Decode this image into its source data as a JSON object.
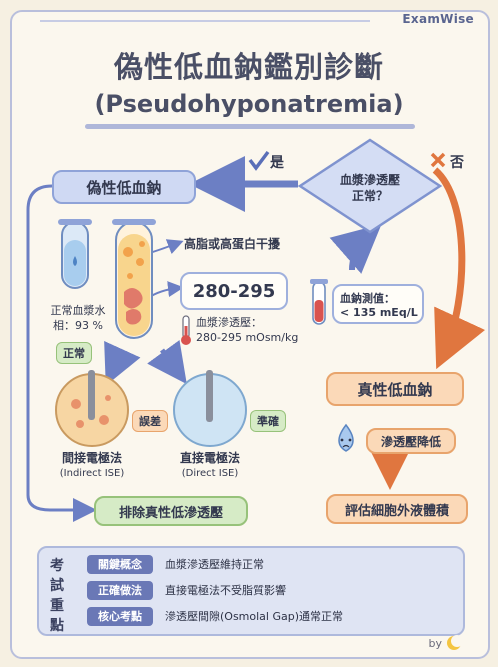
{
  "brand": "ExamWise",
  "title": "偽性低血鈉鑑別診斷",
  "subtitle": "(Pseudohyponatremia)",
  "top_box": "偽性低血鈉",
  "yes_label": "是",
  "no_label": "否",
  "diamond_line1": "血漿滲透壓",
  "diamond_line2": "正常？",
  "tube_label_line1": "正常血漿水",
  "tube_label_line2": "相：93 %",
  "normal_badge": "正常",
  "lipid_label": "高脂或高蛋白干擾",
  "range_box": "280-295",
  "osm_line1": "血漿滲透壓：",
  "osm_line2": "280-295 mOsm/kg",
  "na_line1": "血鈉測值：",
  "na_line2": "< 135 mEq/L",
  "indirect_label": "間接電極法",
  "indirect_sub": "(Indirect ISE)",
  "error_tag": "誤差",
  "direct_label": "直接電極法",
  "direct_sub": "(Direct ISE)",
  "accurate_tag": "準確",
  "exclude_box": "排除真性低滲透壓",
  "true_box": "真性低血鈉",
  "osm_low": "滲透壓降低",
  "assess_box": "評估細胞外液體積",
  "legend_side": "考試重點",
  "legend": [
    {
      "key": "關鍵概念",
      "value": "血漿滲透壓維持正常"
    },
    {
      "key": "正確做法",
      "value": "直接電極法不受脂質影響"
    },
    {
      "key": "核心考點",
      "value": "滲透壓間隙(Osmolal Gap)通常正常"
    }
  ],
  "byline": "by"
}
